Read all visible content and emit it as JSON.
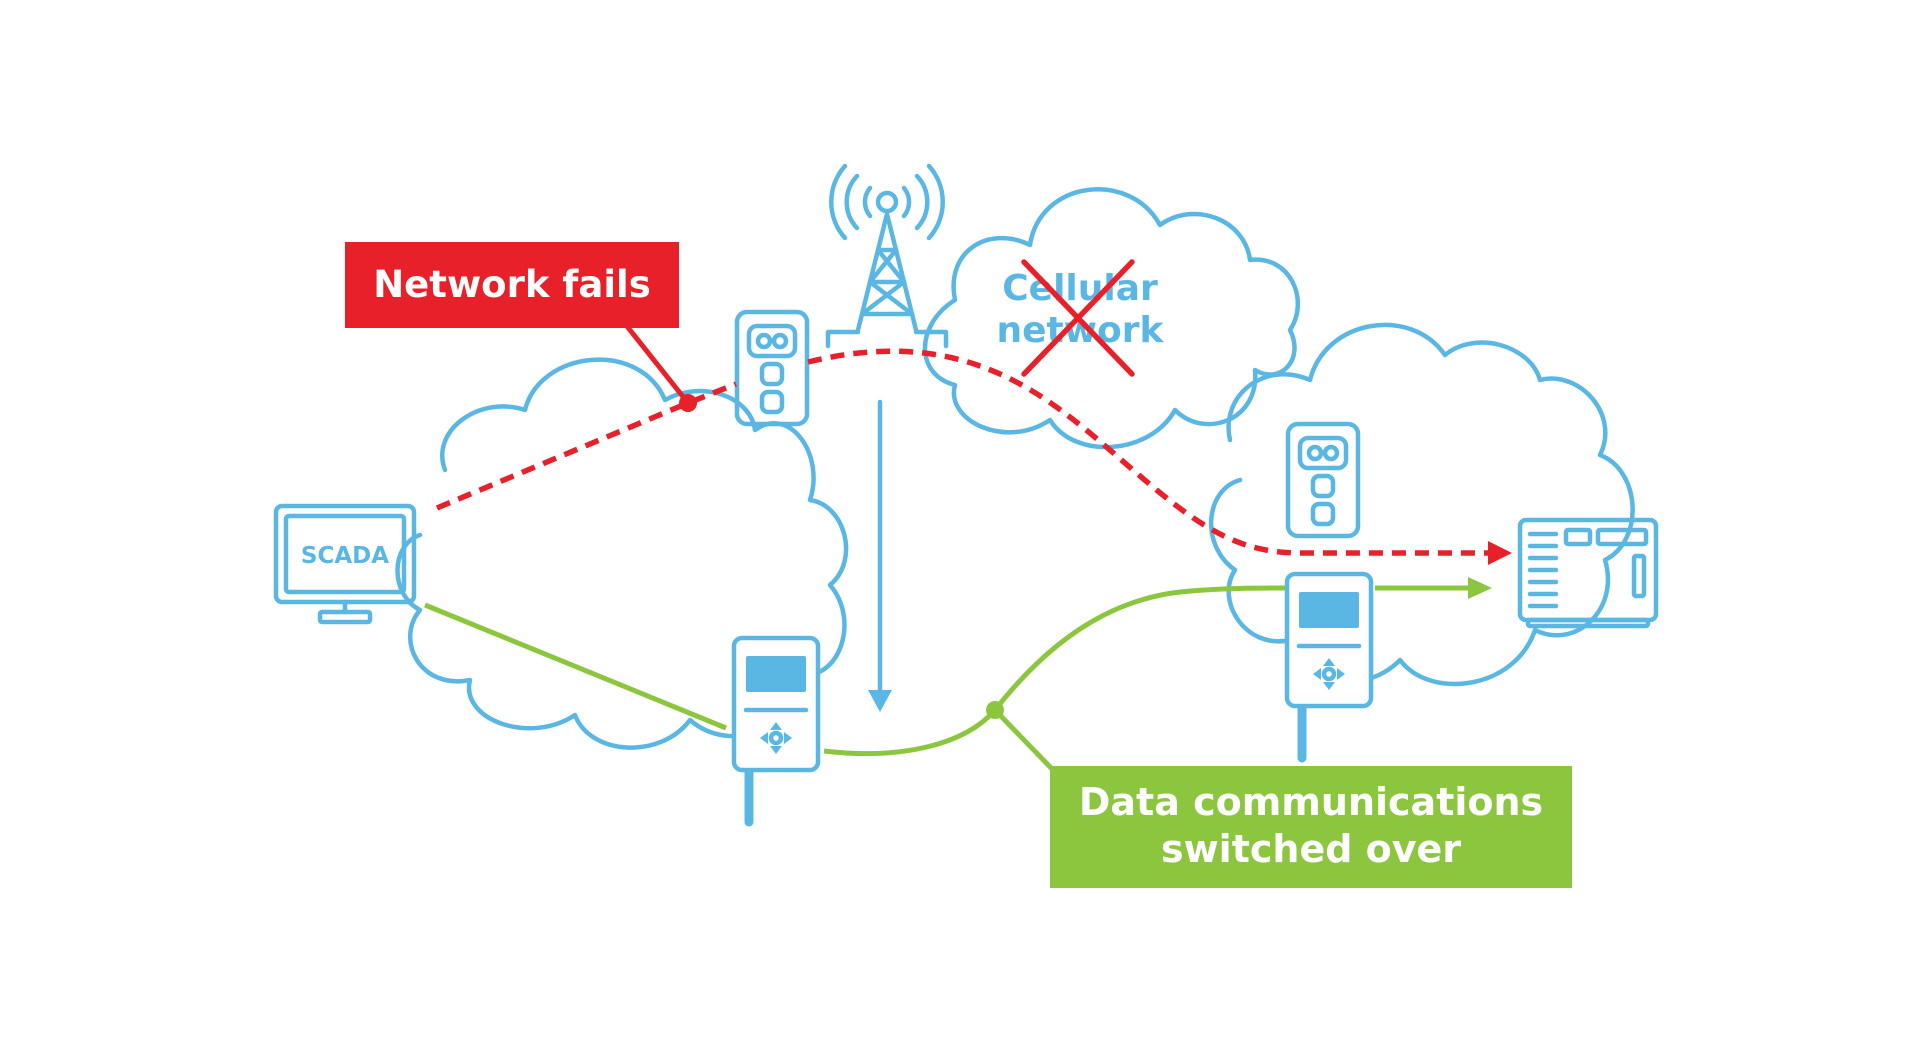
{
  "labels": {
    "network_fails": "Network fails",
    "data_switched_line1": "Data communications",
    "data_switched_line2": "switched over",
    "cellular_line1": "Cellular",
    "cellular_line2": "network",
    "scada": "SCADA"
  },
  "colors": {
    "blue": "#5ab7e4",
    "red": "#e8202a",
    "green": "#8cc63f",
    "white": "#ffffff"
  },
  "icons": [
    "cell-tower-icon",
    "cellular-modem-icon",
    "data-logger-icon",
    "scada-monitor-icon",
    "server-rack-icon",
    "failure-cross-icon"
  ]
}
